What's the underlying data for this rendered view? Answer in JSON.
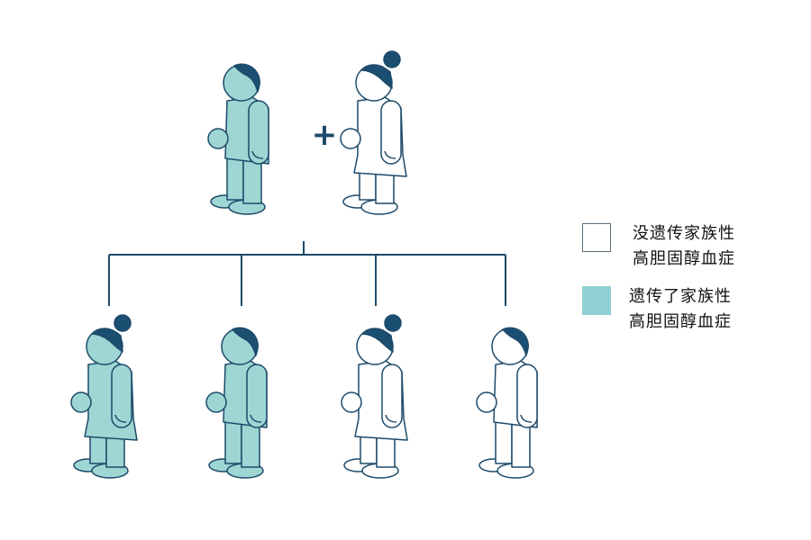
{
  "colors": {
    "affected": "#9dd6d3",
    "stroke": "#1d4a6a",
    "hair": "#1b4f72",
    "swatch": "#8fd0d3"
  },
  "parents": [
    {
      "sex": "male",
      "affected": true
    },
    {
      "sex": "female",
      "affected": false
    }
  ],
  "plus_sign": "+",
  "children": [
    {
      "sex": "female",
      "affected": true
    },
    {
      "sex": "male",
      "affected": true
    },
    {
      "sex": "female",
      "affected": false
    },
    {
      "sex": "male",
      "affected": false
    }
  ],
  "legend": [
    {
      "line1": "没遗传家族性",
      "line2": "高胆固醇血症",
      "affected": false
    },
    {
      "line1": "遗传了家族性",
      "line2": "高胆固醇血症",
      "affected": true
    }
  ]
}
